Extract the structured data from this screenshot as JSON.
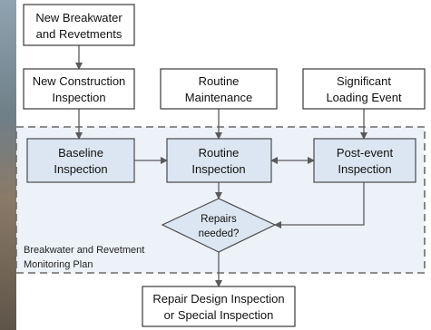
{
  "nodes": {
    "new_breakwater": {
      "line1": "New Breakwater",
      "line2": "and Revetments"
    },
    "new_construction": {
      "line1": "New Construction",
      "line2": "Inspection"
    },
    "routine_maintenance": {
      "line1": "Routine",
      "line2": "Maintenance"
    },
    "significant_loading": {
      "line1": "Significant",
      "line2": "Loading Event"
    },
    "baseline_inspection": {
      "line1": "Baseline",
      "line2": "Inspection"
    },
    "routine_inspection": {
      "line1": "Routine",
      "line2": "Inspection"
    },
    "post_event_inspection": {
      "line1": "Post-event",
      "line2": "Inspection"
    },
    "repairs_needed": {
      "line1": "Repairs",
      "line2": "needed?"
    },
    "repair_design": {
      "line1": "Repair Design Inspection",
      "line2": "or Special Inspection"
    }
  },
  "monitoring_plan": {
    "line1": "Breakwater and Revetment",
    "line2": "Monitoring Plan"
  },
  "colors": {
    "box_fill": "#ffffff",
    "box_stroke": "#3a3a3a",
    "highlight_fill": "#dce6f2",
    "highlight_stroke": "#4a4a4a",
    "region_fill": "#edf2f9",
    "region_stroke": "#6a6a6a",
    "arrow": "#5a5a5a",
    "left_strip": "#7d8a93"
  }
}
